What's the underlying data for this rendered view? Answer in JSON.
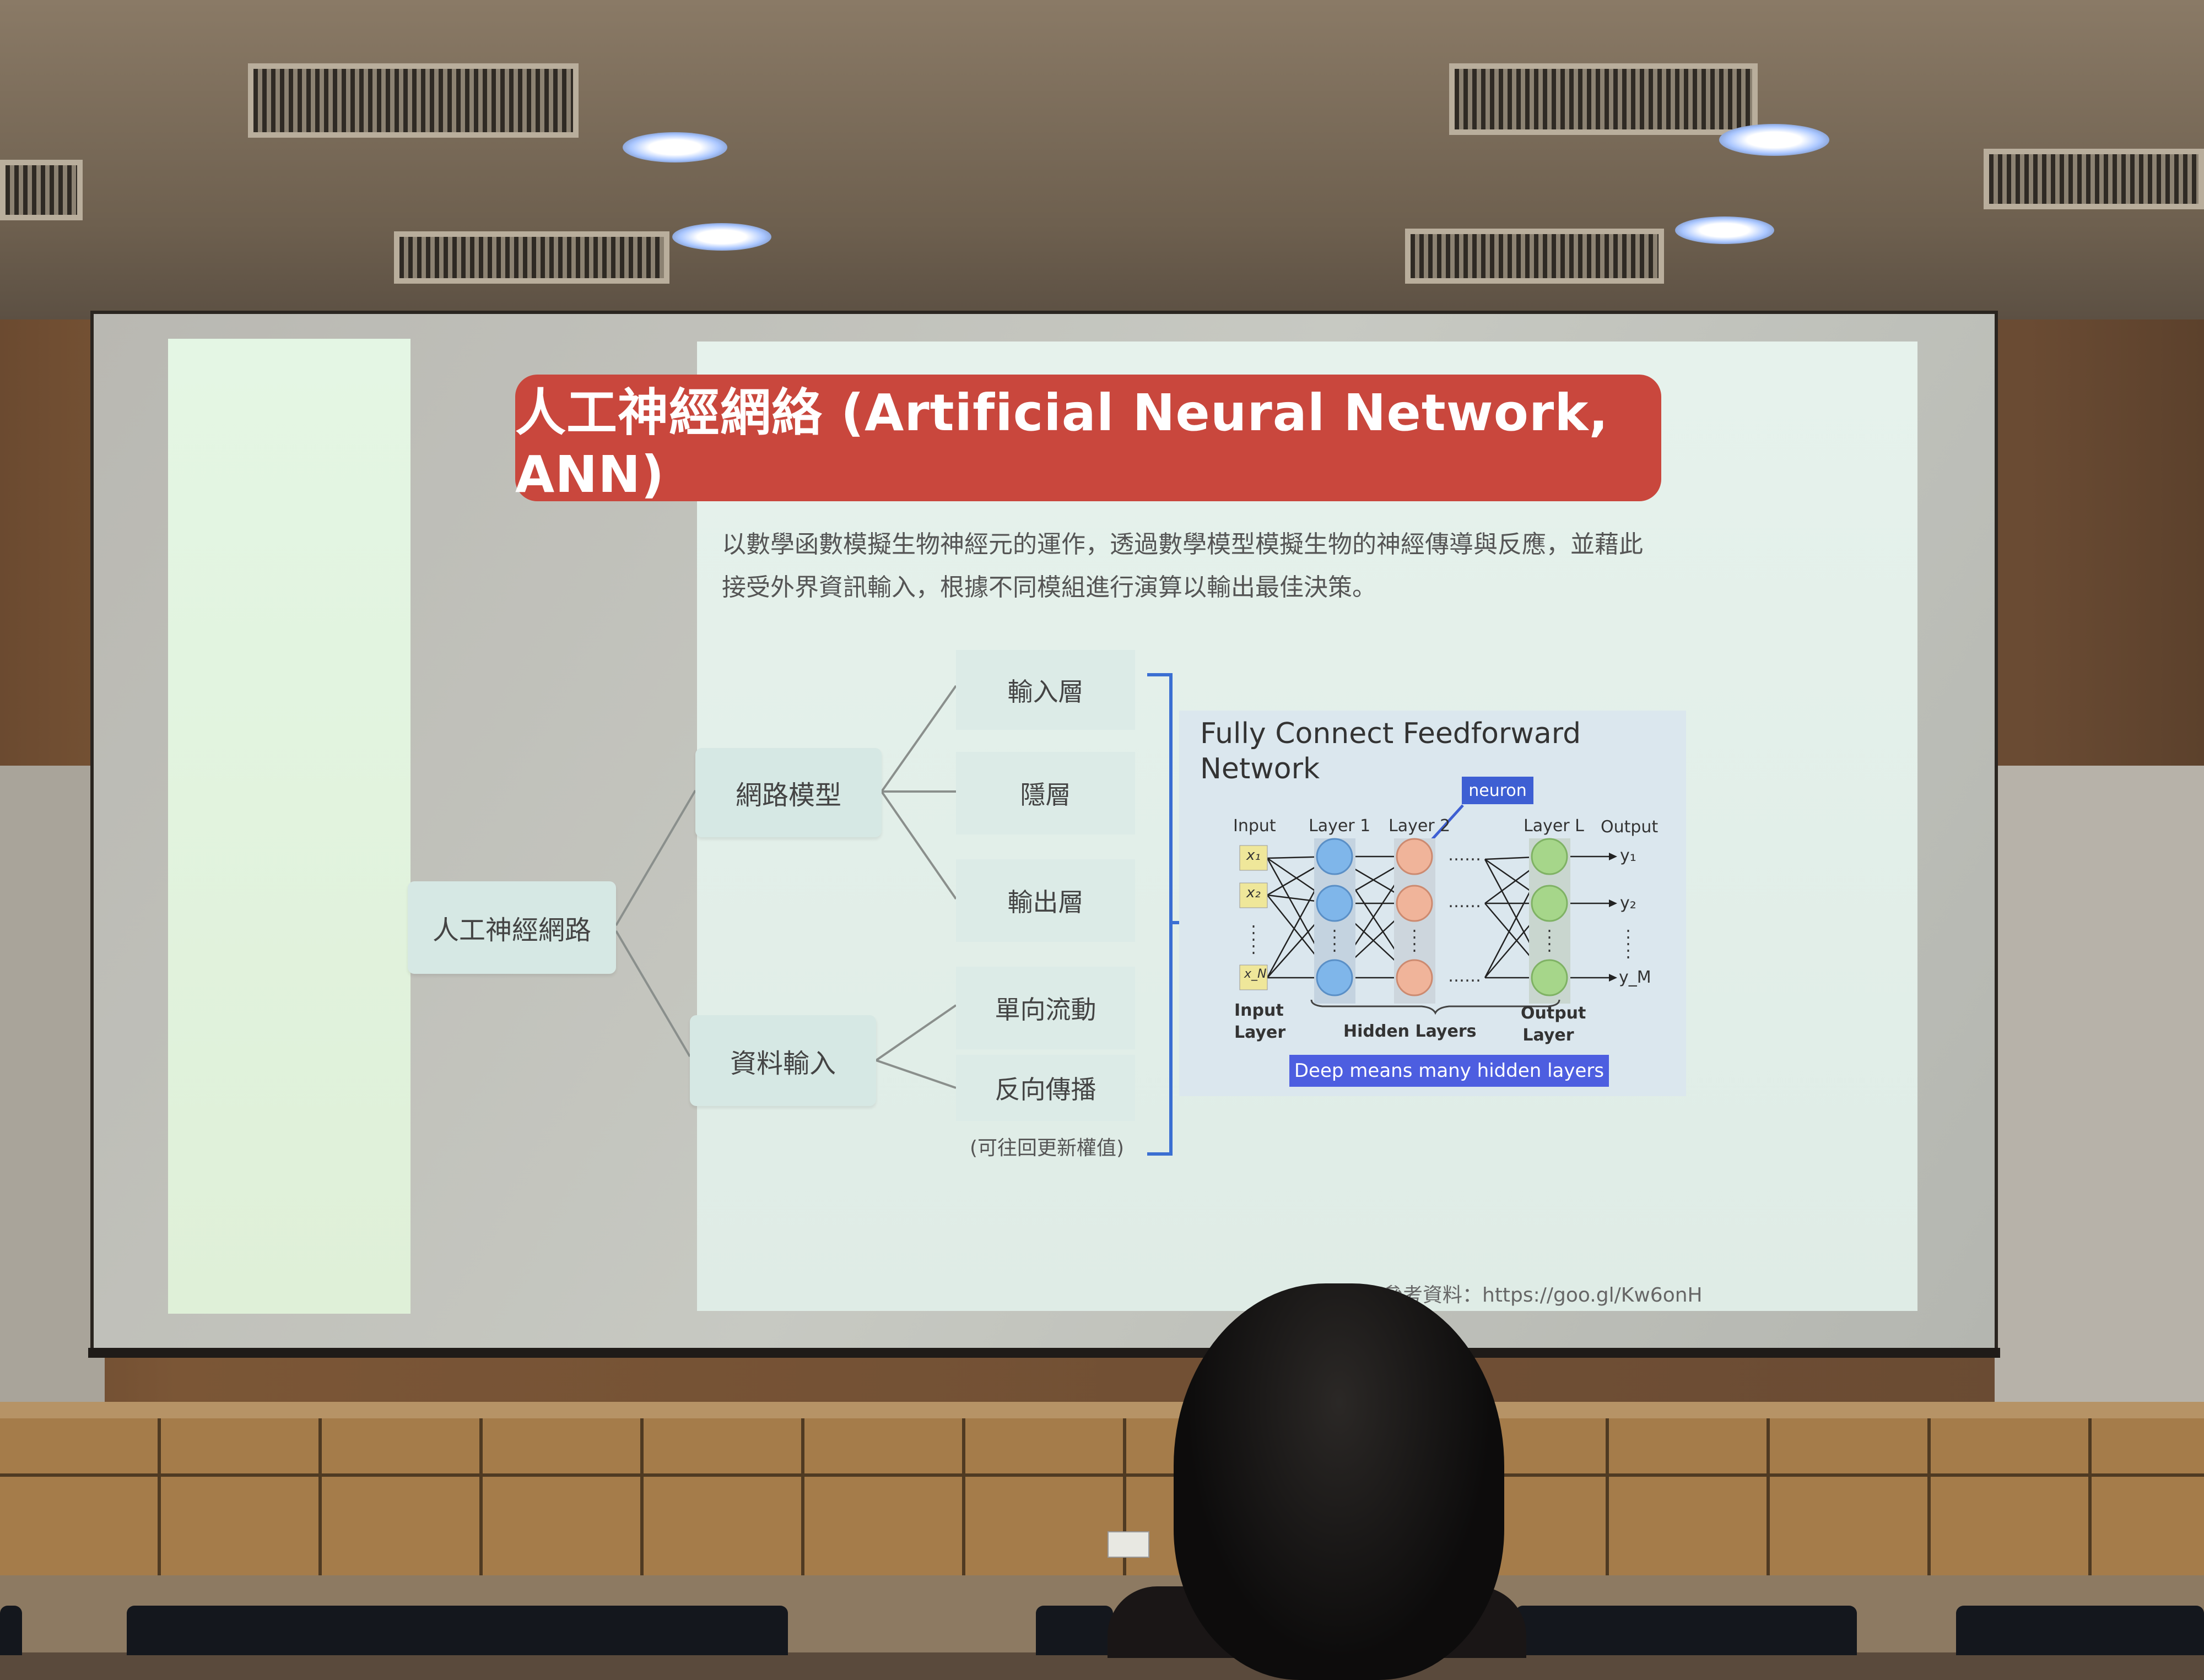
{
  "slide": {
    "title": "人工神經網絡 (Artificial Neural Network, ANN)",
    "description": "以數學函數模擬生物神經元的運作，透過數學模型模擬生物的神經傳導與反應，並藉此接受外界資訊輸入，根據不同模組進行演算以輸出最佳決策。",
    "root_node": "人工神經網路",
    "branches": [
      {
        "label": "網路模型",
        "children": [
          "輸入層",
          "隱層",
          "輸出層"
        ]
      },
      {
        "label": "資料輸入",
        "children": [
          "單向流動",
          "反向傳播"
        ]
      }
    ],
    "backprop_note": "(可往回更新權值)",
    "diagram": {
      "title": "Fully Connect Feedforward Network",
      "neuron_tag": "neuron",
      "labels": {
        "input": "Input",
        "layer1": "Layer 1",
        "layer2": "Layer 2",
        "layerL": "Layer L",
        "output": "Output",
        "input_layer": "Input Layer",
        "hidden_layers": "Hidden Layers",
        "output_layer": "Output Layer",
        "dots": "……"
      },
      "inputs": [
        "x₁",
        "x₂",
        "x_N"
      ],
      "outputs": [
        "y₁",
        "y₂",
        "y_M"
      ],
      "caption": "Deep means many hidden layers"
    },
    "reference": "參考資料：https://goo.gl/Kw6onH"
  },
  "colors": {
    "title_bar": "#c9473d",
    "node_bg": "#d6e8e4",
    "neuron_tag": "#3e5fd3",
    "caption_bar": "#4d5ee0",
    "layer1_neuron": "#7fb6ea",
    "layer2_neuron": "#f0b49a",
    "layerL_neuron": "#a6d68a"
  }
}
